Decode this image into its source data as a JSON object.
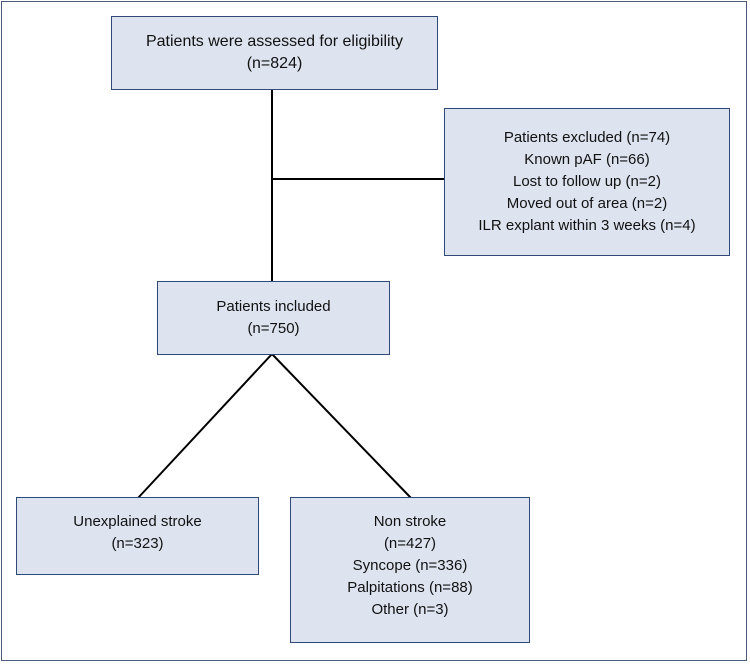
{
  "assessed": {
    "line1": "Patients were assessed for eligibility",
    "line2": "(n=824)"
  },
  "excluded": {
    "title": "Patients excluded (n=74)",
    "items": [
      "Known pAF (n=66)",
      "Lost to follow up (n=2)",
      "Moved out of area (n=2)",
      "ILR explant within 3 weeks (n=4)"
    ]
  },
  "included": {
    "line1": "Patients included",
    "line2": "(n=750)"
  },
  "unexplained": {
    "line1": "Unexplained stroke",
    "line2": "(n=323)"
  },
  "non_stroke": {
    "title": "Non stroke",
    "count": "(n=427)",
    "items": [
      "Syncope (n=336)",
      "Palpitations (n=88)",
      "Other (n=3)"
    ]
  },
  "colors": {
    "box_fill": "#dde4f0",
    "box_border": "#2f4a78",
    "connector": "#000000"
  }
}
